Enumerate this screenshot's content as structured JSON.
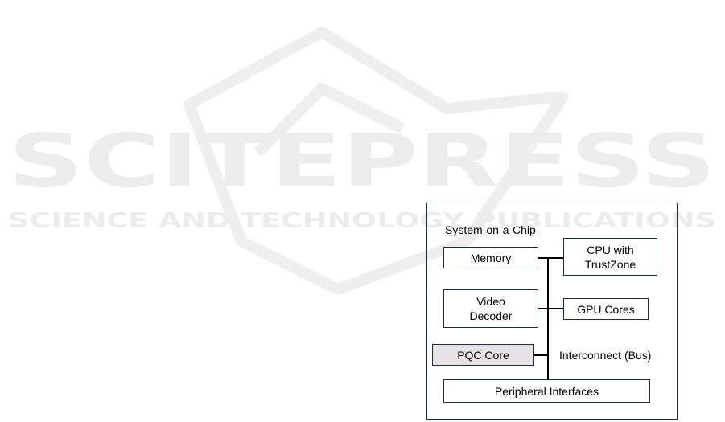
{
  "watermark": {
    "brand": "SCITEPRESS",
    "tagline": "SCIENCE AND TECHNOLOGY PUBLICATIONS"
  },
  "diagram": {
    "container_label": "System-on-a-Chip",
    "blocks": {
      "memory": "Memory",
      "cpu_line1": "CPU with",
      "cpu_line2": "TrustZone",
      "video_line1": "Video",
      "video_line2": "Decoder",
      "gpu": "GPU Cores",
      "pqc": "PQC Core",
      "peripheral": "Peripheral Interfaces"
    },
    "bus_label": "Interconnect (Bus)",
    "highlight_color": "#e6e2e6",
    "border_color": "#1f2a44"
  }
}
